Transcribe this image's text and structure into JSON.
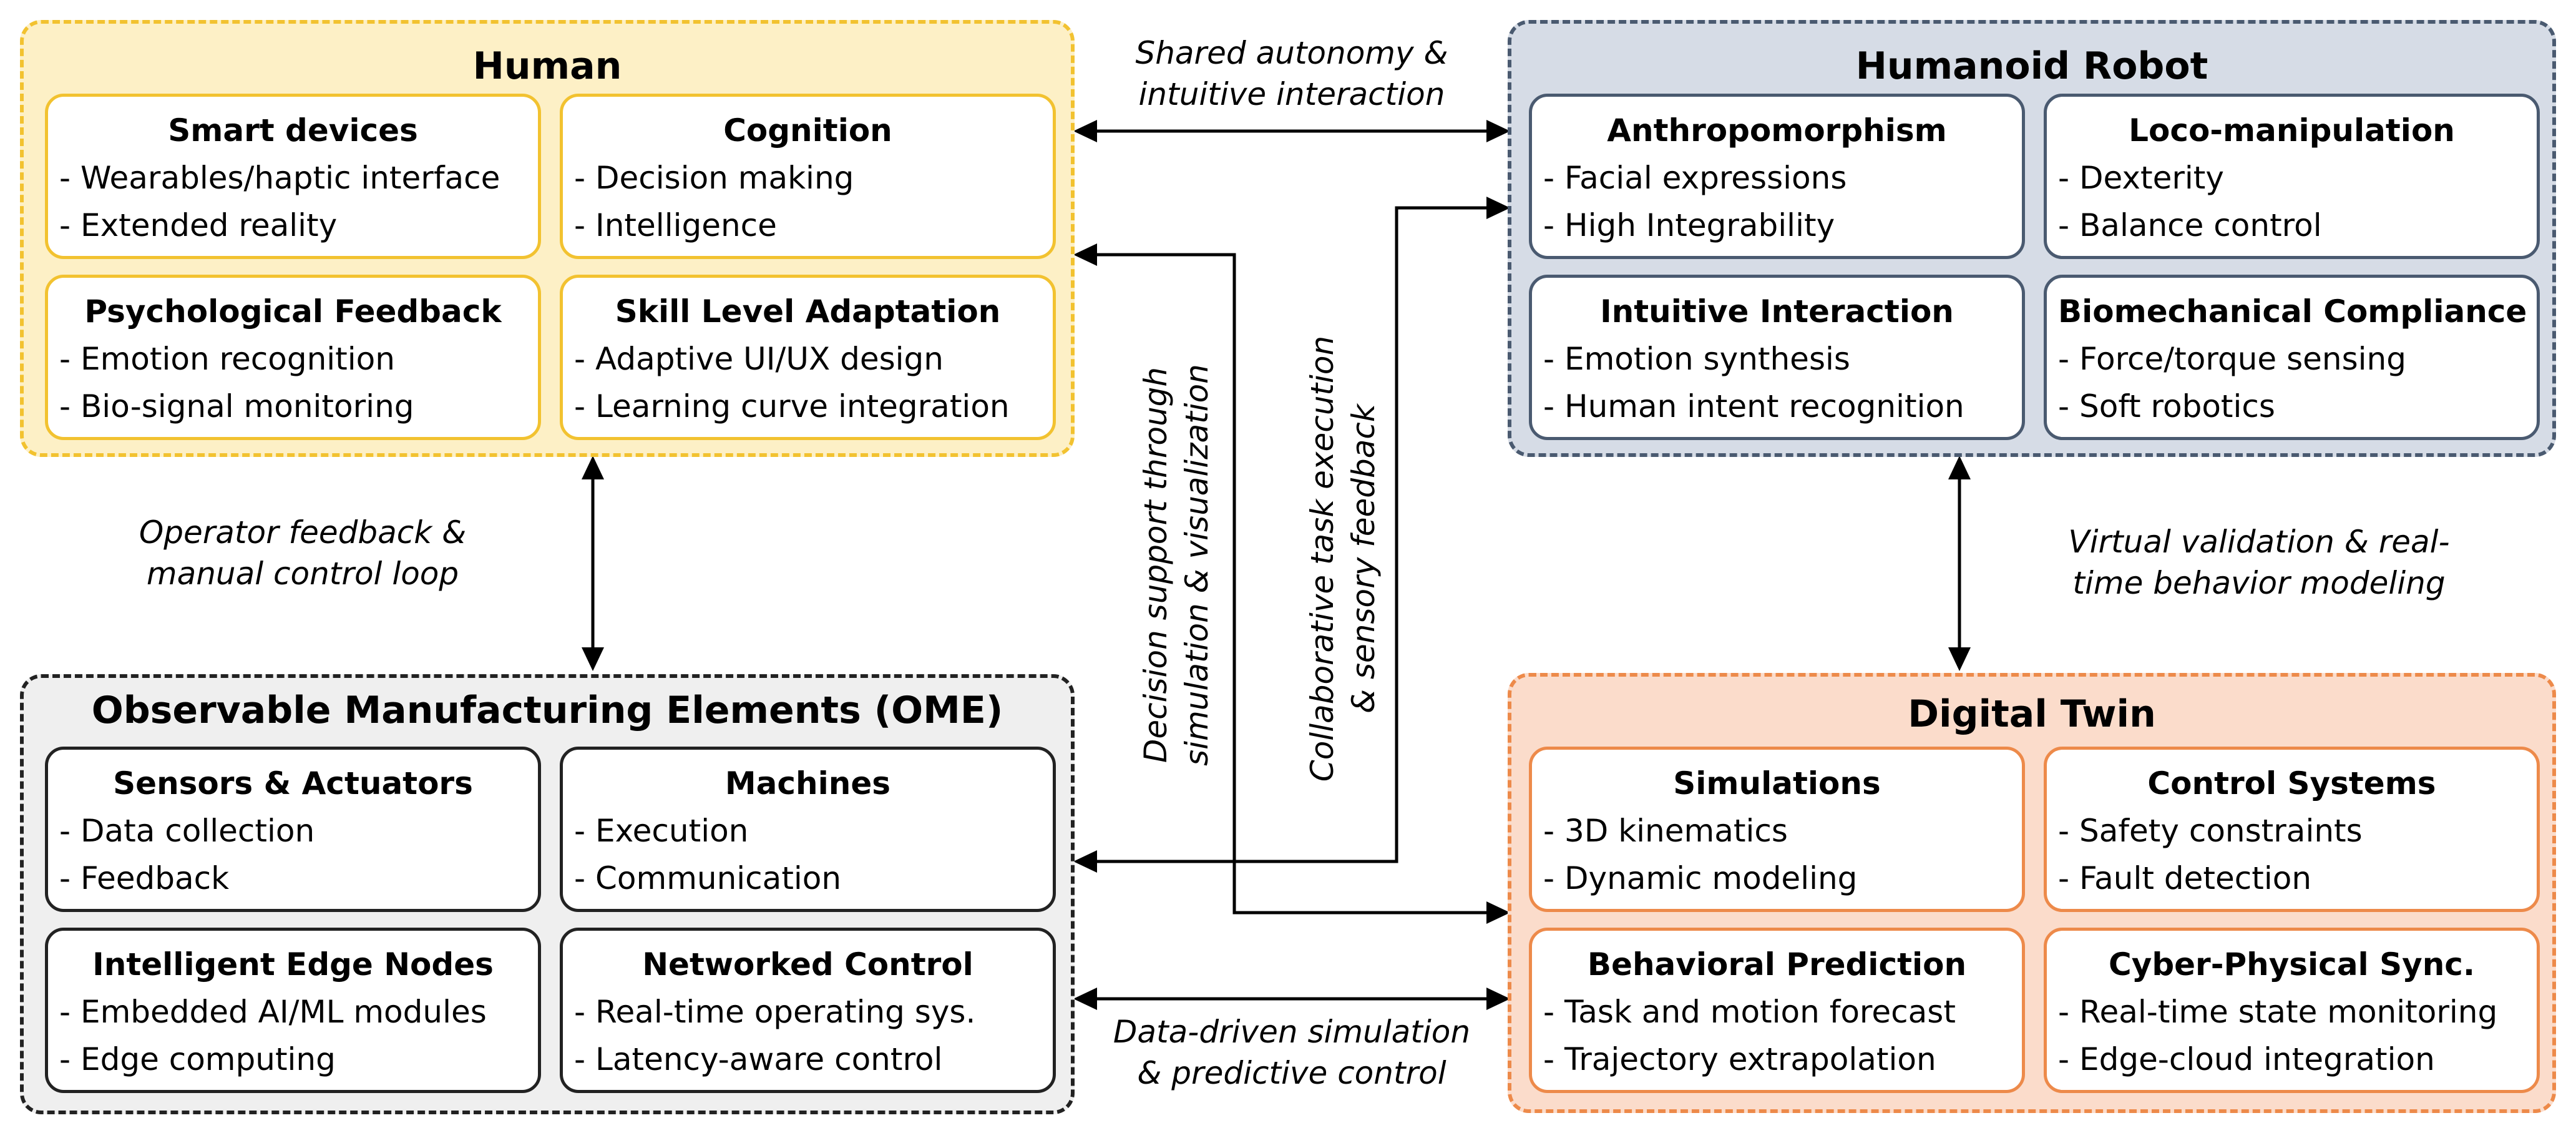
{
  "groups": {
    "human": {
      "title": "Human",
      "colors": {
        "border": "#f2c230",
        "fill": "#fdf0c6",
        "card_border": "#f2c230"
      },
      "cards": [
        {
          "title": "Smart devices",
          "items": [
            "Wearables/haptic interface",
            "Extended reality"
          ]
        },
        {
          "title": "Cognition",
          "items": [
            "Decision making",
            "Intelligence"
          ]
        },
        {
          "title": "Psychological Feedback",
          "items": [
            "Emotion recognition",
            "Bio-signal monitoring"
          ]
        },
        {
          "title": "Skill Level Adaptation",
          "items": [
            "Adaptive UI/UX design",
            "Learning curve integration"
          ]
        }
      ]
    },
    "robot": {
      "title": "Humanoid Robot",
      "colors": {
        "border": "#4a5a70",
        "fill": "#d6dce6",
        "card_border": "#4a5a70"
      },
      "cards": [
        {
          "title": "Anthropomorphism",
          "items": [
            "Facial expressions",
            "High Integrability"
          ]
        },
        {
          "title": "Loco-manipulation",
          "items": [
            "Dexterity",
            "Balance control"
          ]
        },
        {
          "title": "Intuitive Interaction",
          "items": [
            "Emotion synthesis",
            "Human intent recognition"
          ]
        },
        {
          "title": "Biomechanical Compliance",
          "items": [
            "Force/torque sensing",
            "Soft robotics"
          ]
        }
      ]
    },
    "ome": {
      "title": "Observable Manufacturing Elements (OME)",
      "colors": {
        "border": "#222222",
        "fill": "#efefef",
        "card_border": "#222222"
      },
      "cards": [
        {
          "title": "Sensors & Actuators",
          "items": [
            "Data collection",
            "Feedback"
          ]
        },
        {
          "title": "Machines",
          "items": [
            "Execution",
            "Communication"
          ]
        },
        {
          "title": "Intelligent Edge Nodes",
          "items": [
            "Embedded AI/ML modules",
            "Edge computing"
          ]
        },
        {
          "title": "Networked Control",
          "items": [
            "Real-time operating sys.",
            "Latency-aware control"
          ]
        }
      ]
    },
    "twin": {
      "title": "Digital Twin",
      "colors": {
        "border": "#ed8a4a",
        "fill": "#fbdccb",
        "card_border": "#ed8a4a"
      },
      "cards": [
        {
          "title": "Simulations",
          "items": [
            "3D kinematics",
            "Dynamic modeling"
          ]
        },
        {
          "title": "Control Systems",
          "items": [
            "Safety constraints",
            "Fault detection"
          ]
        },
        {
          "title": "Behavioral Prediction",
          "items": [
            "Task and motion forecast",
            "Trajectory extrapolation"
          ]
        },
        {
          "title": "Cyber-Physical Sync.",
          "items": [
            "Real-time state monitoring",
            "Edge-cloud integration"
          ]
        }
      ]
    }
  },
  "links": {
    "shared_autonomy": [
      "Shared autonomy &",
      "intuitive interaction"
    ],
    "operator_feedback": [
      "Operator feedback &",
      "manual control loop"
    ],
    "virtual_validation": [
      "Virtual validation & real-",
      "time behavior modeling"
    ],
    "data_driven": [
      "Data-driven simulation",
      "& predictive control"
    ],
    "decision_support": [
      "Decision support through",
      "simulation & visualization"
    ],
    "collaborative": [
      "Collaborative task execution",
      "& sensory feedback"
    ]
  },
  "item_prefix": "- ",
  "arrow_color": "#000000"
}
